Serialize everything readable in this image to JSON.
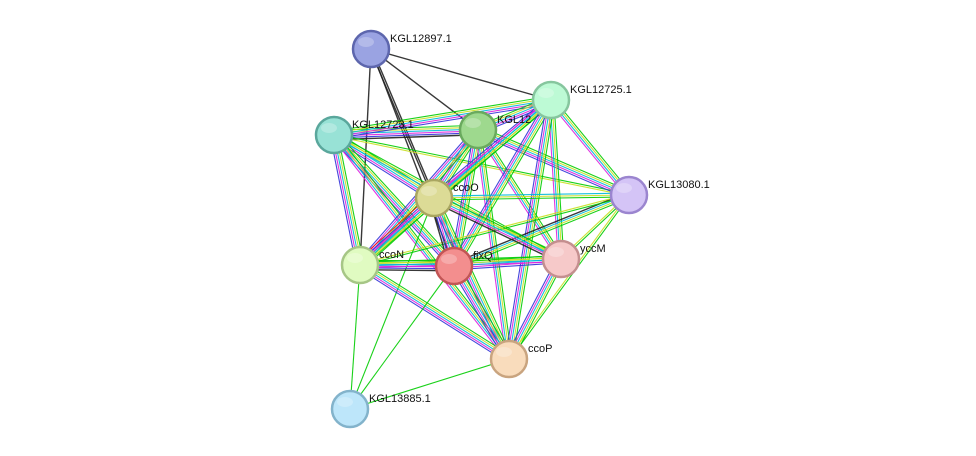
{
  "nodes": [
    {
      "id": "KGL12897.1",
      "label": "KGL12897.1",
      "fill": "#9aa3e2",
      "stroke": "#5d66ad"
    },
    {
      "id": "KGL12725.1",
      "label": "KGL12725.1",
      "fill": "#bdfad5",
      "stroke": "#86c69e"
    },
    {
      "id": "KGL12723.1",
      "label": "KGL12723.1",
      "fill": "#98e2d6",
      "stroke": "#5aa79c"
    },
    {
      "id": "KGL12724",
      "label": "KGL12",
      "fill": "#9ed98e",
      "stroke": "#6aaa5e"
    },
    {
      "id": "KGL13080.1",
      "label": "KGL13080.1",
      "fill": "#d4c4f6",
      "stroke": "#9b85cf"
    },
    {
      "id": "ccoO",
      "label": "ccoO",
      "fill": "#dcdb96",
      "stroke": "#a9a661"
    },
    {
      "id": "ccoN",
      "label": "ccoN",
      "fill": "#e0fbc1",
      "stroke": "#a6c686"
    },
    {
      "id": "fixQ",
      "label": "fixQ",
      "fill": "#f38e8e",
      "stroke": "#c25555"
    },
    {
      "id": "yccM",
      "label": "yccM",
      "fill": "#f6c9c9",
      "stroke": "#c48f8f"
    },
    {
      "id": "ccoP",
      "label": "ccoP",
      "fill": "#f9dcbc",
      "stroke": "#c9a47f"
    },
    {
      "id": "KGL13885.1",
      "label": "KGL13885.1",
      "fill": "#bde6fa",
      "stroke": "#83b3cb"
    }
  ],
  "edge_colors": {
    "neighborhood": "#00cc00",
    "textmining": "#c8e020",
    "coexpression": "#222222",
    "database": "#00b8d8",
    "experiments": "#dd22dd",
    "cooccurrence": "#3030d8",
    "fusion": "#ee1111"
  },
  "edges": [
    {
      "a": "KGL12897.1",
      "b": "KGL12725.1",
      "types": [
        "coexpression"
      ]
    },
    {
      "a": "KGL12897.1",
      "b": "KGL12724",
      "types": [
        "coexpression"
      ]
    },
    {
      "a": "KGL12897.1",
      "b": "ccoO",
      "types": [
        "coexpression",
        "coexpression"
      ]
    },
    {
      "a": "KGL12897.1",
      "b": "fixQ",
      "types": [
        "coexpression"
      ]
    },
    {
      "a": "KGL12897.1",
      "b": "ccoN",
      "types": [
        "coexpression"
      ]
    },
    {
      "a": "KGL12723.1",
      "b": "KGL12724",
      "types": [
        "neighborhood",
        "textmining",
        "database",
        "experiments",
        "cooccurrence",
        "coexpression"
      ]
    },
    {
      "a": "KGL12723.1",
      "b": "KGL12725.1",
      "types": [
        "neighborhood",
        "textmining",
        "database",
        "experiments",
        "cooccurrence"
      ]
    },
    {
      "a": "KGL12723.1",
      "b": "ccoO",
      "types": [
        "neighborhood",
        "textmining",
        "database",
        "experiments",
        "cooccurrence"
      ]
    },
    {
      "a": "KGL12723.1",
      "b": "ccoN",
      "types": [
        "neighborhood",
        "textmining",
        "database",
        "experiments",
        "cooccurrence"
      ]
    },
    {
      "a": "KGL12723.1",
      "b": "fixQ",
      "types": [
        "neighborhood",
        "textmining",
        "database",
        "experiments",
        "cooccurrence"
      ]
    },
    {
      "a": "KGL12723.1",
      "b": "ccoP",
      "types": [
        "neighborhood",
        "textmining",
        "database",
        "experiments"
      ]
    },
    {
      "a": "KGL12723.1",
      "b": "yccM",
      "types": [
        "neighborhood",
        "textmining",
        "database"
      ]
    },
    {
      "a": "KGL12723.1",
      "b": "KGL13080.1",
      "types": [
        "neighborhood",
        "textmining"
      ]
    },
    {
      "a": "KGL12724",
      "b": "KGL12725.1",
      "types": [
        "neighborhood",
        "textmining",
        "database",
        "experiments",
        "cooccurrence"
      ]
    },
    {
      "a": "KGL12724",
      "b": "ccoO",
      "types": [
        "neighborhood",
        "textmining",
        "database",
        "experiments",
        "cooccurrence"
      ]
    },
    {
      "a": "KGL12724",
      "b": "ccoN",
      "types": [
        "neighborhood",
        "textmining",
        "database",
        "experiments",
        "cooccurrence"
      ]
    },
    {
      "a": "KGL12724",
      "b": "fixQ",
      "types": [
        "neighborhood",
        "textmining",
        "database",
        "experiments",
        "cooccurrence"
      ]
    },
    {
      "a": "KGL12724",
      "b": "yccM",
      "types": [
        "neighborhood",
        "textmining",
        "database",
        "experiments"
      ]
    },
    {
      "a": "KGL12724",
      "b": "ccoP",
      "types": [
        "neighborhood",
        "textmining",
        "database",
        "experiments"
      ]
    },
    {
      "a": "KGL12724",
      "b": "KGL13080.1",
      "types": [
        "neighborhood",
        "textmining",
        "database",
        "experiments",
        "cooccurrence"
      ]
    },
    {
      "a": "KGL12725.1",
      "b": "ccoO",
      "types": [
        "neighborhood",
        "textmining",
        "database",
        "experiments",
        "cooccurrence"
      ]
    },
    {
      "a": "KGL12725.1",
      "b": "ccoN",
      "types": [
        "neighborhood",
        "textmining",
        "database",
        "experiments"
      ]
    },
    {
      "a": "KGL12725.1",
      "b": "fixQ",
      "types": [
        "neighborhood",
        "textmining",
        "database",
        "experiments",
        "cooccurrence"
      ]
    },
    {
      "a": "KGL12725.1",
      "b": "yccM",
      "types": [
        "neighborhood",
        "textmining",
        "database",
        "experiments"
      ]
    },
    {
      "a": "KGL12725.1",
      "b": "ccoP",
      "types": [
        "neighborhood",
        "textmining",
        "database",
        "experiments",
        "cooccurrence"
      ]
    },
    {
      "a": "KGL12725.1",
      "b": "KGL13080.1",
      "types": [
        "neighborhood",
        "textmining",
        "database",
        "experiments"
      ]
    },
    {
      "a": "KGL13080.1",
      "b": "ccoO",
      "types": [
        "neighborhood",
        "textmining",
        "database"
      ]
    },
    {
      "a": "KGL13080.1",
      "b": "fixQ",
      "types": [
        "neighborhood",
        "textmining",
        "database",
        "coexpression"
      ]
    },
    {
      "a": "KGL13080.1",
      "b": "ccoN",
      "types": [
        "neighborhood",
        "textmining"
      ]
    },
    {
      "a": "KGL13080.1",
      "b": "yccM",
      "types": [
        "neighborhood",
        "textmining"
      ]
    },
    {
      "a": "KGL13080.1",
      "b": "ccoP",
      "types": [
        "neighborhood",
        "textmining"
      ]
    },
    {
      "a": "ccoO",
      "b": "ccoN",
      "types": [
        "neighborhood",
        "textmining",
        "database",
        "experiments",
        "cooccurrence",
        "fusion"
      ]
    },
    {
      "a": "ccoO",
      "b": "fixQ",
      "types": [
        "neighborhood",
        "textmining",
        "database",
        "experiments",
        "cooccurrence",
        "coexpression"
      ]
    },
    {
      "a": "ccoO",
      "b": "yccM",
      "types": [
        "neighborhood",
        "textmining",
        "database",
        "experiments",
        "coexpression"
      ]
    },
    {
      "a": "ccoO",
      "b": "ccoP",
      "types": [
        "neighborhood",
        "textmining",
        "database",
        "experiments",
        "cooccurrence"
      ]
    },
    {
      "a": "ccoO",
      "b": "KGL13885.1",
      "types": [
        "neighborhood"
      ]
    },
    {
      "a": "ccoN",
      "b": "fixQ",
      "types": [
        "neighborhood",
        "textmining",
        "database",
        "experiments",
        "cooccurrence",
        "coexpression"
      ]
    },
    {
      "a": "ccoN",
      "b": "yccM",
      "types": [
        "neighborhood",
        "textmining",
        "database",
        "experiments"
      ]
    },
    {
      "a": "ccoN",
      "b": "ccoP",
      "types": [
        "neighborhood",
        "textmining",
        "database",
        "experiments",
        "cooccurrence"
      ]
    },
    {
      "a": "ccoN",
      "b": "KGL13885.1",
      "types": [
        "neighborhood"
      ]
    },
    {
      "a": "fixQ",
      "b": "yccM",
      "types": [
        "neighborhood",
        "textmining",
        "database",
        "experiments",
        "cooccurrence"
      ]
    },
    {
      "a": "fixQ",
      "b": "ccoP",
      "types": [
        "neighborhood",
        "textmining",
        "database",
        "experiments",
        "cooccurrence"
      ]
    },
    {
      "a": "fixQ",
      "b": "KGL13885.1",
      "types": [
        "neighborhood"
      ]
    },
    {
      "a": "yccM",
      "b": "ccoP",
      "types": [
        "neighborhood",
        "textmining",
        "database",
        "experiments",
        "cooccurrence"
      ]
    },
    {
      "a": "ccoP",
      "b": "KGL13885.1",
      "types": [
        "neighborhood"
      ]
    }
  ]
}
